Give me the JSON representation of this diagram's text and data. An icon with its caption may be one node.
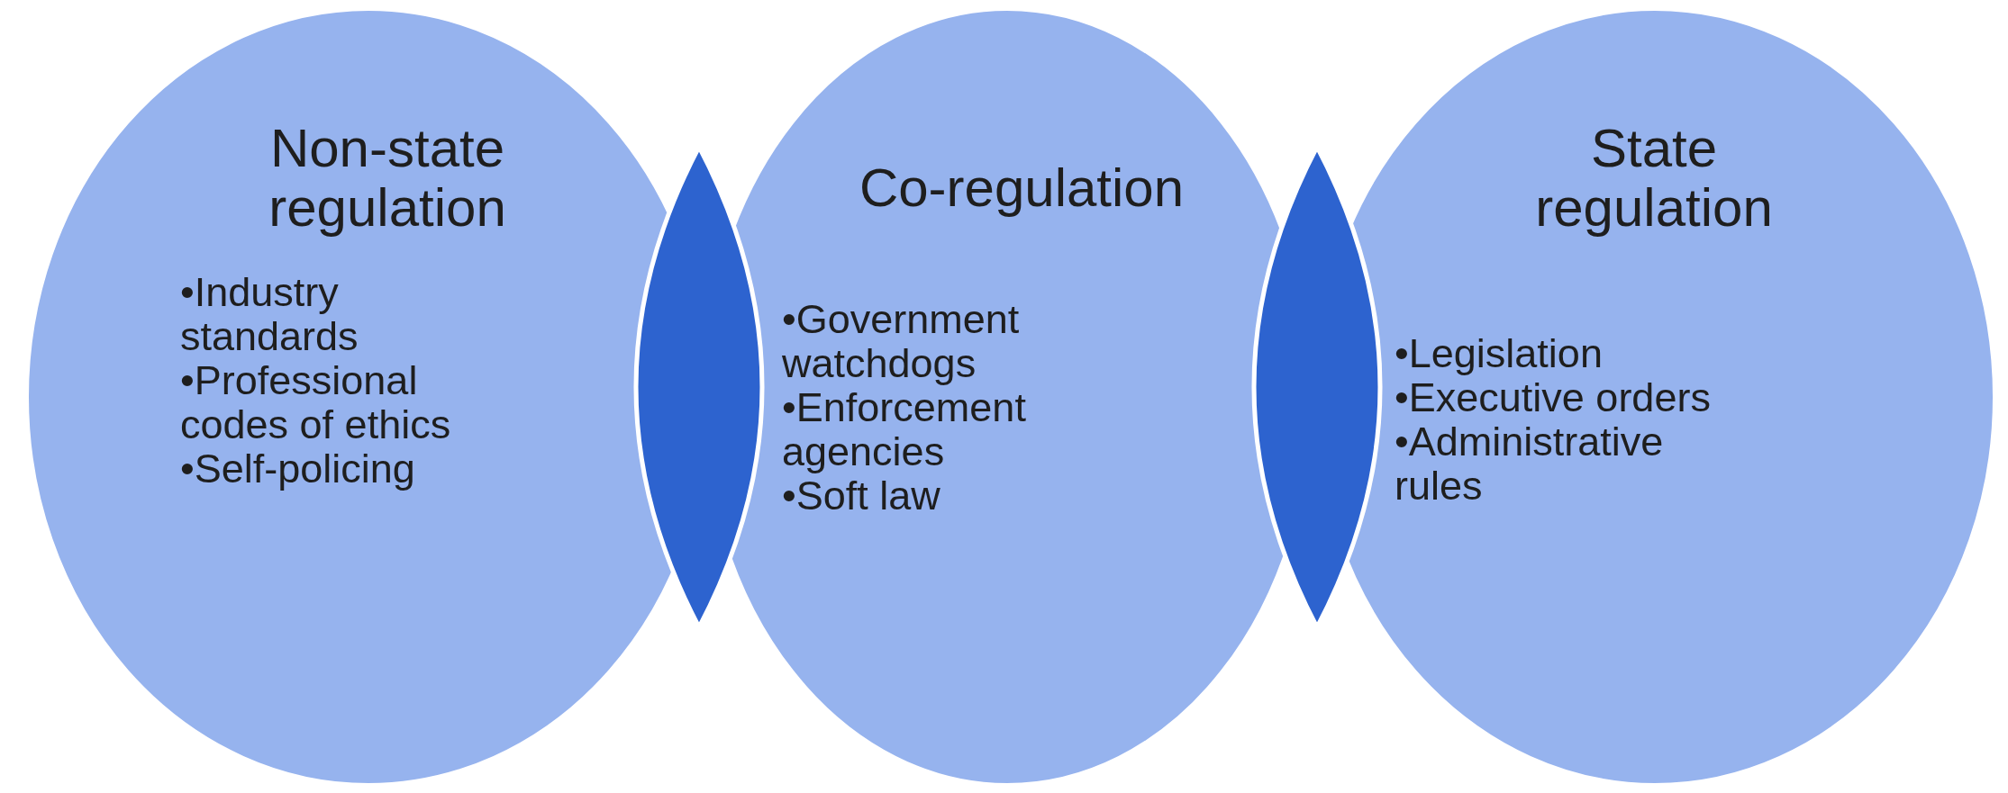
{
  "diagram": {
    "nodes": [
      {
        "text": [
          "Non-state regulation",
          "•Industry standards",
          "•Professional codes of ethics",
          "•Self-policing"
        ]
      },
      {
        "text": [
          "Co-regulation",
          "•Government watchdogs",
          "•Enforcement agencies",
          "•Soft law"
        ]
      },
      {
        "text": [
          "State regulation",
          "•Legislation",
          "•Executive orders",
          "•Administrative rules"
        ]
      }
    ]
  }
}
